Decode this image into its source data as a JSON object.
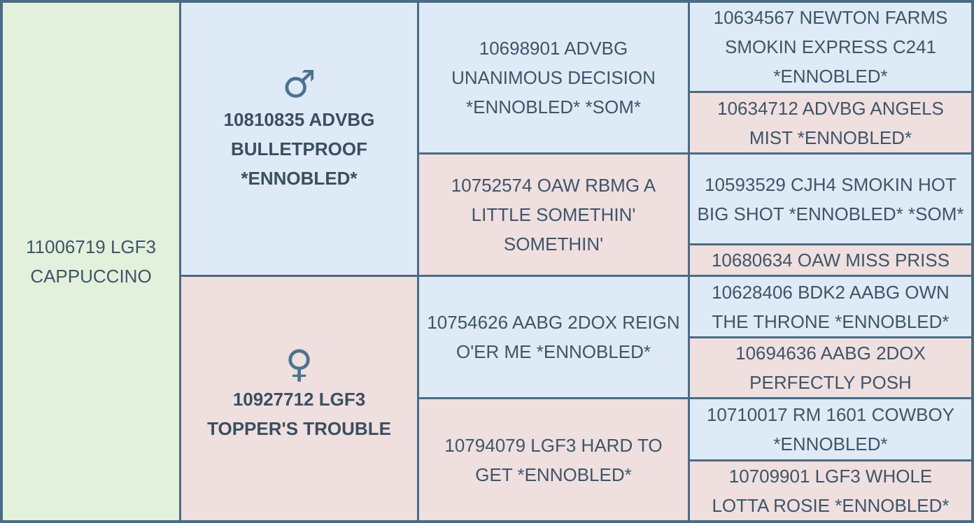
{
  "subject": {
    "name": "11006719 LGF3 CAPPUCCINO"
  },
  "sire": {
    "symbol": "♂",
    "symbol_icon": "male-icon",
    "name": "10810835 ADVBG BULLETPROOF *ENNOBLED*"
  },
  "dam": {
    "symbol": "♀",
    "symbol_icon": "female-icon",
    "name": "10927712 LGF3 TOPPER'S TROUBLE"
  },
  "grandparents": [
    {
      "name": "10698901 ADVBG UNANIMOUS DECISION *ENNOBLED* *SOM*",
      "sex": "male"
    },
    {
      "name": "10752574 OAW RBMG A LITTLE SOMETHIN' SOMETHIN'",
      "sex": "female"
    },
    {
      "name": "10754626 AABG 2DOX REIGN O'ER ME *ENNOBLED*",
      "sex": "male"
    },
    {
      "name": "10794079 LGF3 HARD TO GET *ENNOBLED*",
      "sex": "female"
    }
  ],
  "great_grandparents": [
    {
      "name": "10634567 NEWTON FARMS SMOKIN EXPRESS C241 *ENNOBLED*",
      "sex": "male"
    },
    {
      "name": "10634712 ADVBG ANGELS MIST *ENNOBLED*",
      "sex": "female"
    },
    {
      "name": "10593529 CJH4 SMOKIN HOT BIG SHOT *ENNOBLED* *SOM*",
      "sex": "male"
    },
    {
      "name": "10680634 OAW MISS PRISS",
      "sex": "female"
    },
    {
      "name": "10628406 BDK2 AABG OWN THE THRONE *ENNOBLED*",
      "sex": "male"
    },
    {
      "name": "10694636 AABG 2DOX PERFECTLY POSH",
      "sex": "female"
    },
    {
      "name": "10710017 RM 1601 COWBOY *ENNOBLED*",
      "sex": "male"
    },
    {
      "name": "10709901 LGF3 WHOLE LOTTA ROSIE *ENNOBLED*",
      "sex": "female"
    }
  ],
  "colors": {
    "subject": "#e3f1dc",
    "male": "#deeaf5",
    "female": "#efdfdf",
    "border": "#4a6b84",
    "text": "#3e5568"
  }
}
